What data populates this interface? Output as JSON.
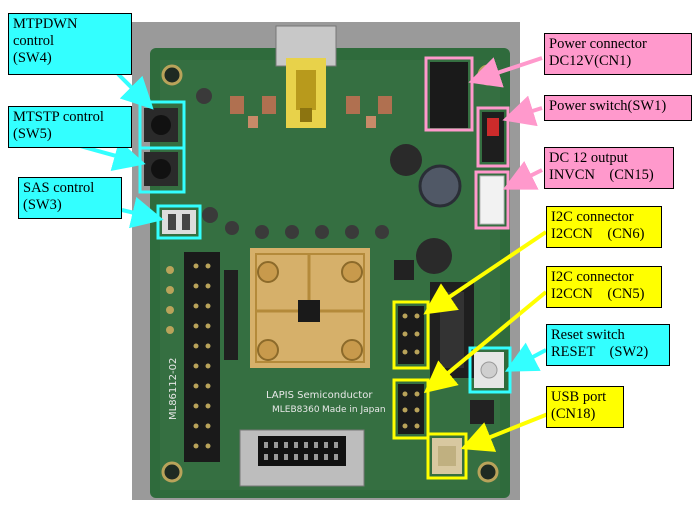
{
  "colors": {
    "cyan_label": "#33ffff",
    "pink_label": "#ff99cc",
    "yellow_label": "#ffff00",
    "pcb_green": "#2f6b3c"
  },
  "labels": {
    "mtpdwn": {
      "line1": "MTPDWN",
      "line2": "control",
      "line3": "(SW4)"
    },
    "mtstp": {
      "line1": "MTSTP control",
      "line2": "(SW5)"
    },
    "sas": {
      "line1": "SAS control",
      "line2": "(SW3)"
    },
    "power_connector": {
      "line1": "Power connector",
      "line2": "DC12V(CN1)"
    },
    "power_switch": {
      "line1": "Power switch(SW1)"
    },
    "dc12_output": {
      "line1": "DC 12 output",
      "line2": "INVCN　(CN15)"
    },
    "i2c_cn6": {
      "line1": "I2C connector",
      "line2": "I2CCN　(CN6)"
    },
    "i2c_cn5": {
      "line1": "I2C connector",
      "line2": "I2CCN　(CN5)"
    },
    "reset_switch": {
      "line1": "Reset switch",
      "line2": "RESET　(SW2)"
    },
    "usb_port": {
      "line1": "USB port",
      "line2": "(CN18)"
    }
  },
  "board_text": {
    "vendor": "LAPIS Semiconductor",
    "model_left": "ML86112-02",
    "model_bottom": "MLEB8360",
    "made_in": "Made in Japan"
  }
}
